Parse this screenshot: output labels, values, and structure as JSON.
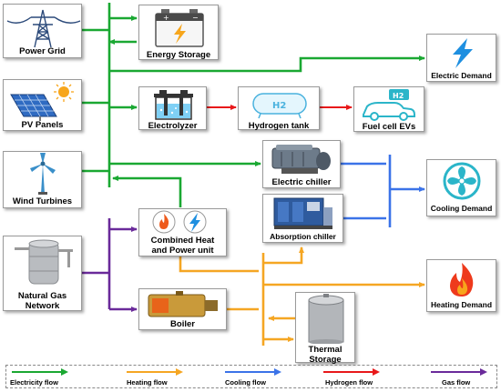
{
  "nodes": {
    "power_grid": "Power Grid",
    "pv_panels": "PV Panels",
    "wind_turbines": "Wind Turbines",
    "natural_gas": "Natural Gas\nNetwork",
    "energy_storage": "Energy Storage",
    "electrolyzer": "Electrolyzer",
    "hydrogen_tank": "Hydrogen tank",
    "fuel_cell_evs": "Fuel cell EVs",
    "electric_demand": "Electric Demand",
    "electric_chiller": "Electric chiller",
    "absorption_chiller": "Absorption chiller",
    "cooling_demand": "Cooling Demand",
    "chp": "Combined Heat\nand Power unit",
    "boiler": "Boiler",
    "thermal_storage": "Thermal\nStorage",
    "heating_demand": "Heating Demand"
  },
  "icon_labels": {
    "h2": "H2"
  },
  "colors": {
    "electricity": "#1aa832",
    "heating": "#f5a623",
    "cooling": "#3b73e8",
    "hydrogen": "#e8181a",
    "gas": "#6a2a9a"
  },
  "legend": [
    {
      "label": "Electricity flow",
      "color": "#1aa832"
    },
    {
      "label": "Heating flow",
      "color": "#f5a623"
    },
    {
      "label": "Cooling flow",
      "color": "#3b73e8"
    },
    {
      "label": "Hydrogen flow",
      "color": "#e8181a"
    },
    {
      "label": "Gas flow",
      "color": "#6a2a9a"
    }
  ]
}
